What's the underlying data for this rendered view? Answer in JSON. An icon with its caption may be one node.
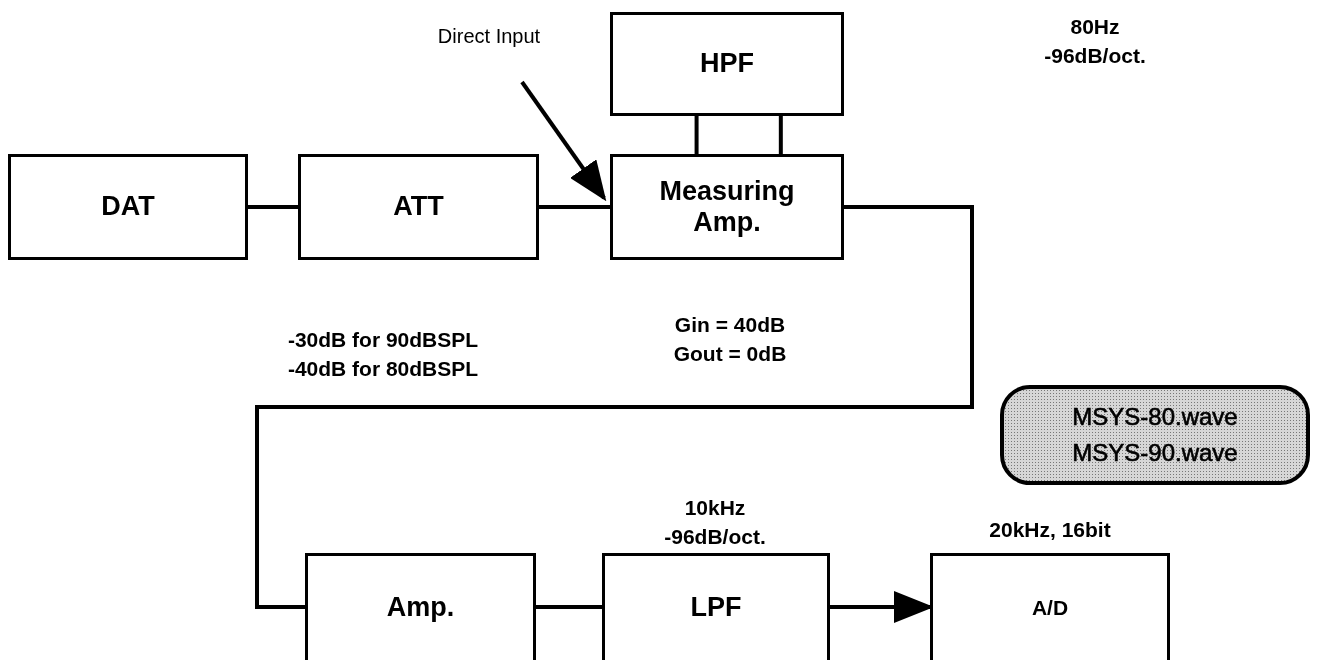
{
  "diagram": {
    "nodes": [
      {
        "text": [
          "DAT"
        ]
      },
      {
        "text": [
          "ATT"
        ],
        "beside": [
          "-30dB for 90dBSPL -40dB for 80dBSPL"
        ]
      },
      {
        "text": [
          "Measuring Amp."
        ],
        "beside": [
          "Gin = 40dB Gout = 0dB"
        ]
      },
      {
        "text": [
          "HPF"
        ]
      },
      {
        "text": [
          "Direct Input"
        ]
      },
      {
        "text": [
          "Amp."
        ]
      },
      {
        "text": [
          "LPF"
        ],
        "beside": [
          "10kHz -96dB/oct."
        ]
      },
      {
        "text": [
          "A/D"
        ],
        "beside": [
          "20kHz, 16bit"
        ]
      },
      {
        "text": [
          "MSYS-80.wave",
          "MSYS-90.wave"
        ]
      }
    ],
    "edges": [
      {
        "from": 0,
        "to": 1,
        "arrow": "none"
      },
      {
        "from": 1,
        "to": 2,
        "arrow": "none"
      },
      {
        "from": 4,
        "to": 2,
        "arrow": "to"
      },
      {
        "from": 3,
        "to": 2,
        "arrow": "none"
      },
      {
        "from": 3,
        "to": 2,
        "arrow": "none"
      },
      {
        "from": 2,
        "to": 5,
        "arrow": "none"
      },
      {
        "from": 5,
        "to": 6,
        "arrow": "none"
      },
      {
        "from": 6,
        "to": 7,
        "arrow": "to"
      }
    ],
    "labels": [
      "80Hz -96dB/oct."
    ]
  }
}
